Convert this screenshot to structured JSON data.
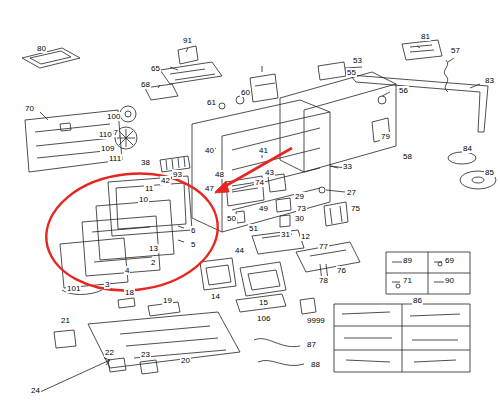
{
  "diagram": {
    "labels": [
      "80",
      "91",
      "81",
      "57",
      "65",
      "53",
      "55",
      "83",
      "68",
      "60",
      "61",
      "56",
      "100",
      "70",
      "37",
      "110",
      "109",
      "111",
      "38",
      "40",
      "41",
      "79",
      "58",
      "42",
      "93",
      "48",
      "43",
      "47",
      "33",
      "84",
      "85",
      "74",
      "27",
      "11",
      "10",
      "29",
      "50",
      "49",
      "30",
      "31",
      "51",
      "73",
      "75",
      "6",
      "5",
      "13",
      "2",
      "4",
      "3",
      "101",
      "44",
      "12",
      "77",
      "76",
      "78",
      "89",
      "69",
      "71",
      "90",
      "14",
      "15",
      "106",
      "9999",
      "86",
      "18",
      "19",
      "21",
      "22",
      "23",
      "20",
      "24",
      "87",
      "88"
    ]
  }
}
